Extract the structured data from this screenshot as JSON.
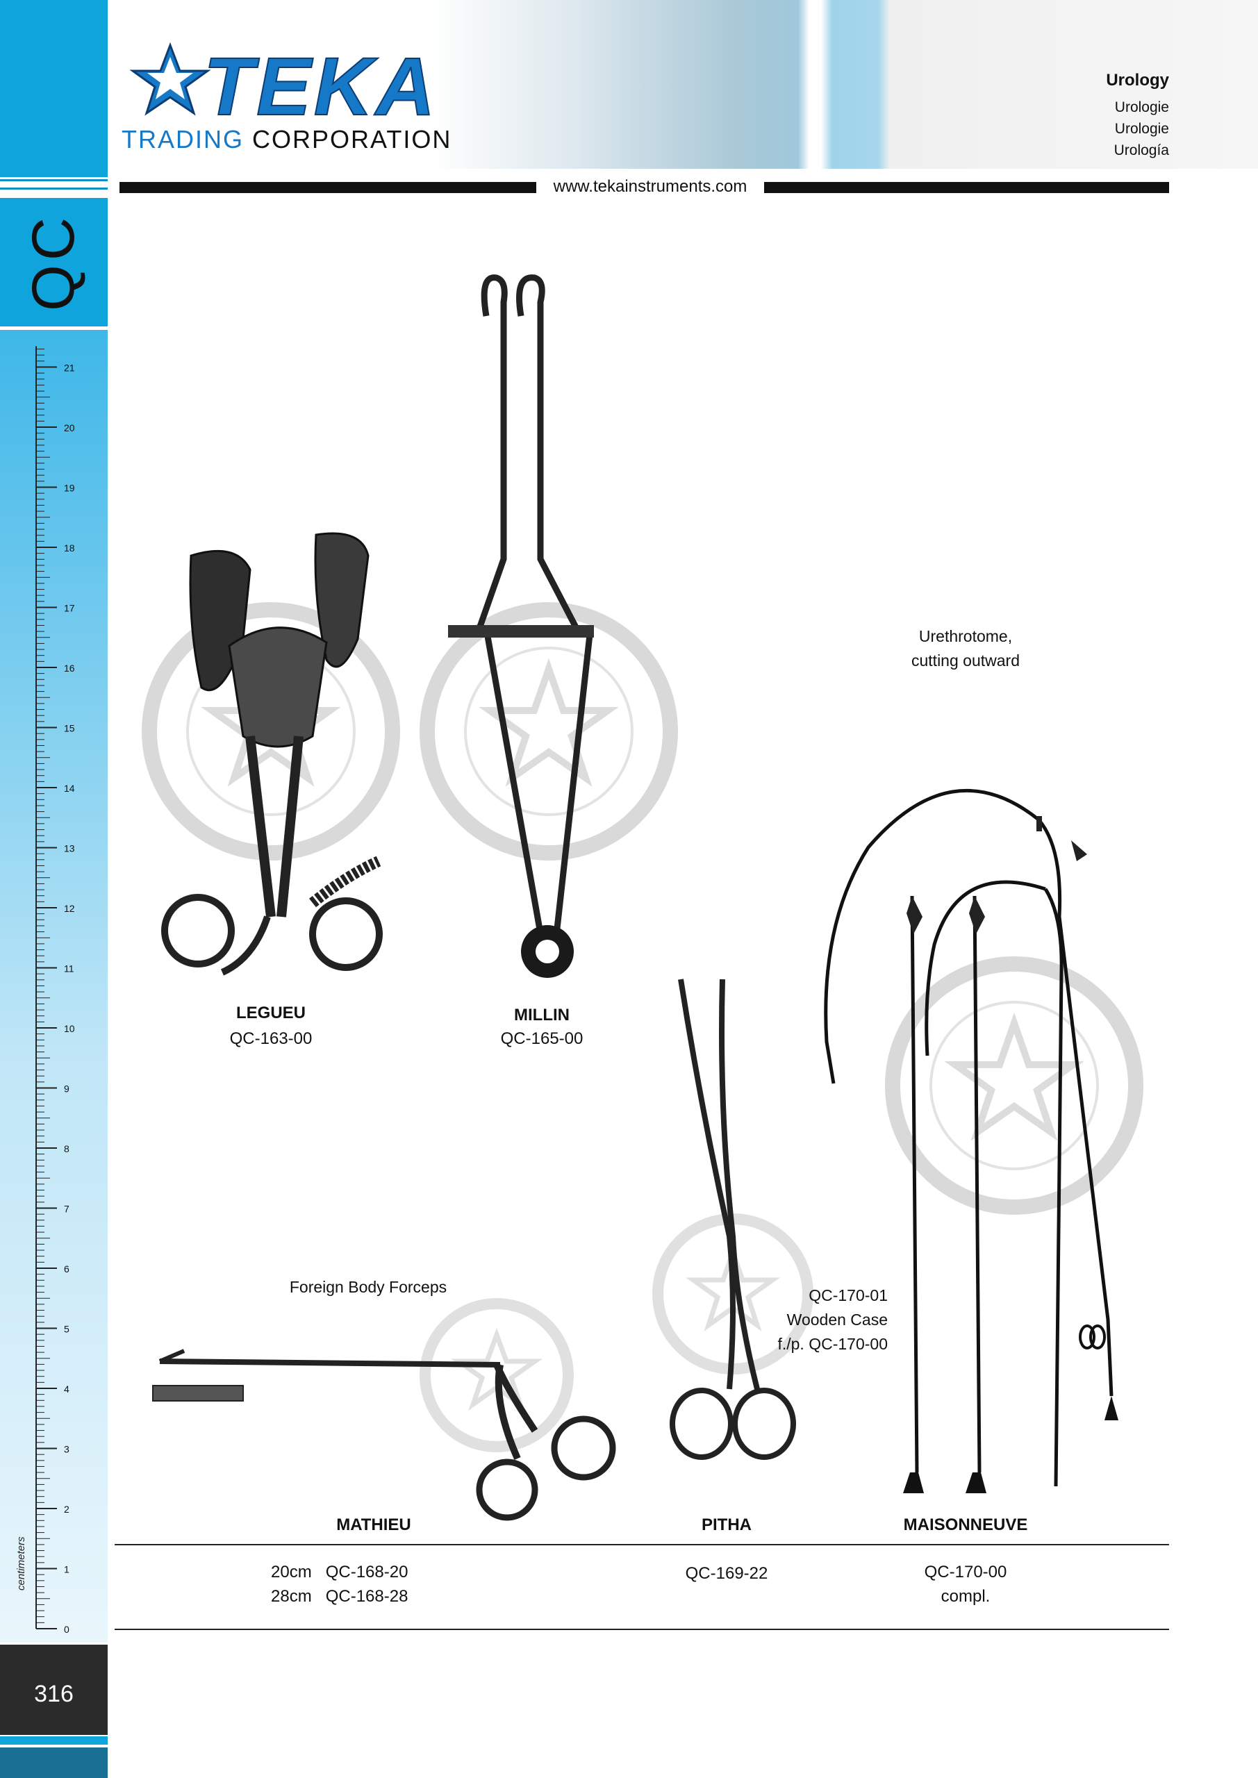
{
  "header": {
    "brand_name": "TEKA",
    "brand_word1": "TRADING",
    "brand_word2": "CORPORATION",
    "website": "www.tekainstruments.com",
    "category": "Urology",
    "category_translations": [
      "Urologie",
      "Urologie",
      "Urología"
    ]
  },
  "sidebar": {
    "section_code": "QC",
    "ruler_unit": "centimeters",
    "ruler_ticks": [
      "0",
      "1",
      "2",
      "3",
      "4",
      "5",
      "6",
      "7",
      "8",
      "9",
      "10",
      "11",
      "12",
      "13",
      "14",
      "15",
      "16",
      "17",
      "18",
      "19",
      "20",
      "21"
    ],
    "page_number": "316"
  },
  "products": {
    "legueu": {
      "name": "LEGUEU",
      "code": "QC-163-00"
    },
    "millin": {
      "name": "MILLIN",
      "code": "QC-165-00"
    },
    "urethrotome": {
      "note_line1": "Urethrotome,",
      "note_line2": "cutting outward"
    },
    "wooden_case": {
      "code": "QC-170-01",
      "line2": "Wooden Case",
      "line3": "f./p. QC-170-00"
    },
    "mathieu": {
      "note": "Foreign Body Forceps",
      "name": "MATHIEU",
      "variants": [
        {
          "size": "20cm",
          "code": "QC-168-20"
        },
        {
          "size": "28cm",
          "code": "QC-168-28"
        }
      ]
    },
    "pitha": {
      "name": "PITHA",
      "code": "QC-169-22"
    },
    "maisonneuve": {
      "name": "MAISONNEUVE",
      "code": "QC-170-00",
      "code_suffix": "compl."
    }
  },
  "colors": {
    "accent": "#10a4dc",
    "brand_blue": "#1679c8",
    "dark": "#2b2b2b"
  }
}
